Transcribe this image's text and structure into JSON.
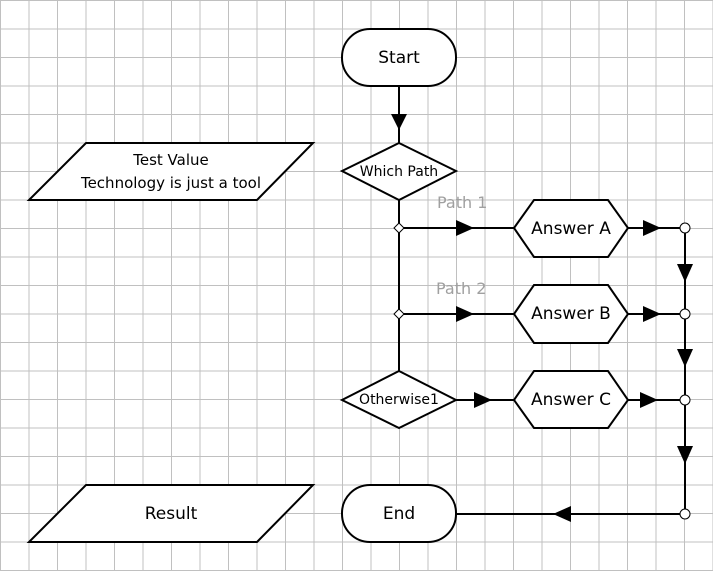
{
  "nodes": {
    "start": {
      "label": "Start",
      "shape": "terminator"
    },
    "decision": {
      "label": "Which Path",
      "shape": "decision"
    },
    "input": {
      "line1": "Test Value",
      "line2": "Technology is just a tool",
      "shape": "data"
    },
    "answer_a": {
      "label": "Answer A",
      "shape": "hexagon"
    },
    "answer_b": {
      "label": "Answer B",
      "shape": "hexagon"
    },
    "otherwise": {
      "label": "Otherwise1",
      "shape": "decision"
    },
    "answer_c": {
      "label": "Answer C",
      "shape": "hexagon"
    },
    "end": {
      "label": "End",
      "shape": "terminator"
    },
    "result": {
      "label": "Result",
      "shape": "data"
    }
  },
  "edge_labels": {
    "path1": "Path 1",
    "path2": "Path 2"
  },
  "colors": {
    "grid": "#c0c0c0",
    "stroke": "#000000",
    "edge_label": "#a0a0a0",
    "background": "#ffffff"
  }
}
